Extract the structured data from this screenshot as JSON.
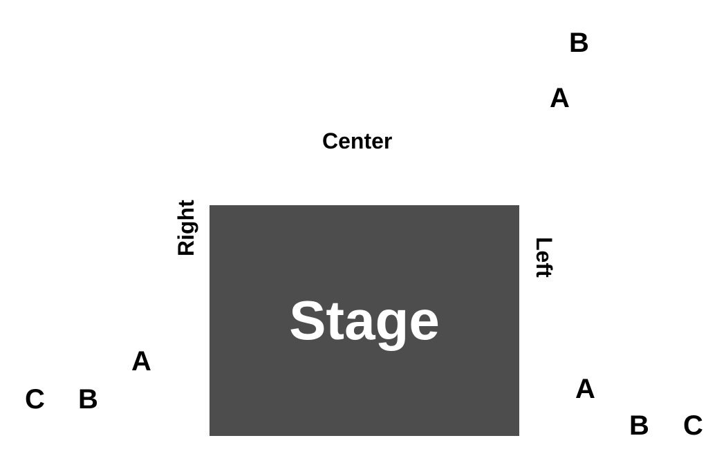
{
  "stage": {
    "label": "Stage",
    "color": "#4d4d4d"
  },
  "sections": {
    "center": "Center",
    "right": "Right",
    "left": "Left"
  },
  "rows": {
    "center": [
      "A",
      "B"
    ],
    "right": [
      "A",
      "B",
      "C"
    ],
    "left": [
      "A",
      "B",
      "C"
    ]
  }
}
